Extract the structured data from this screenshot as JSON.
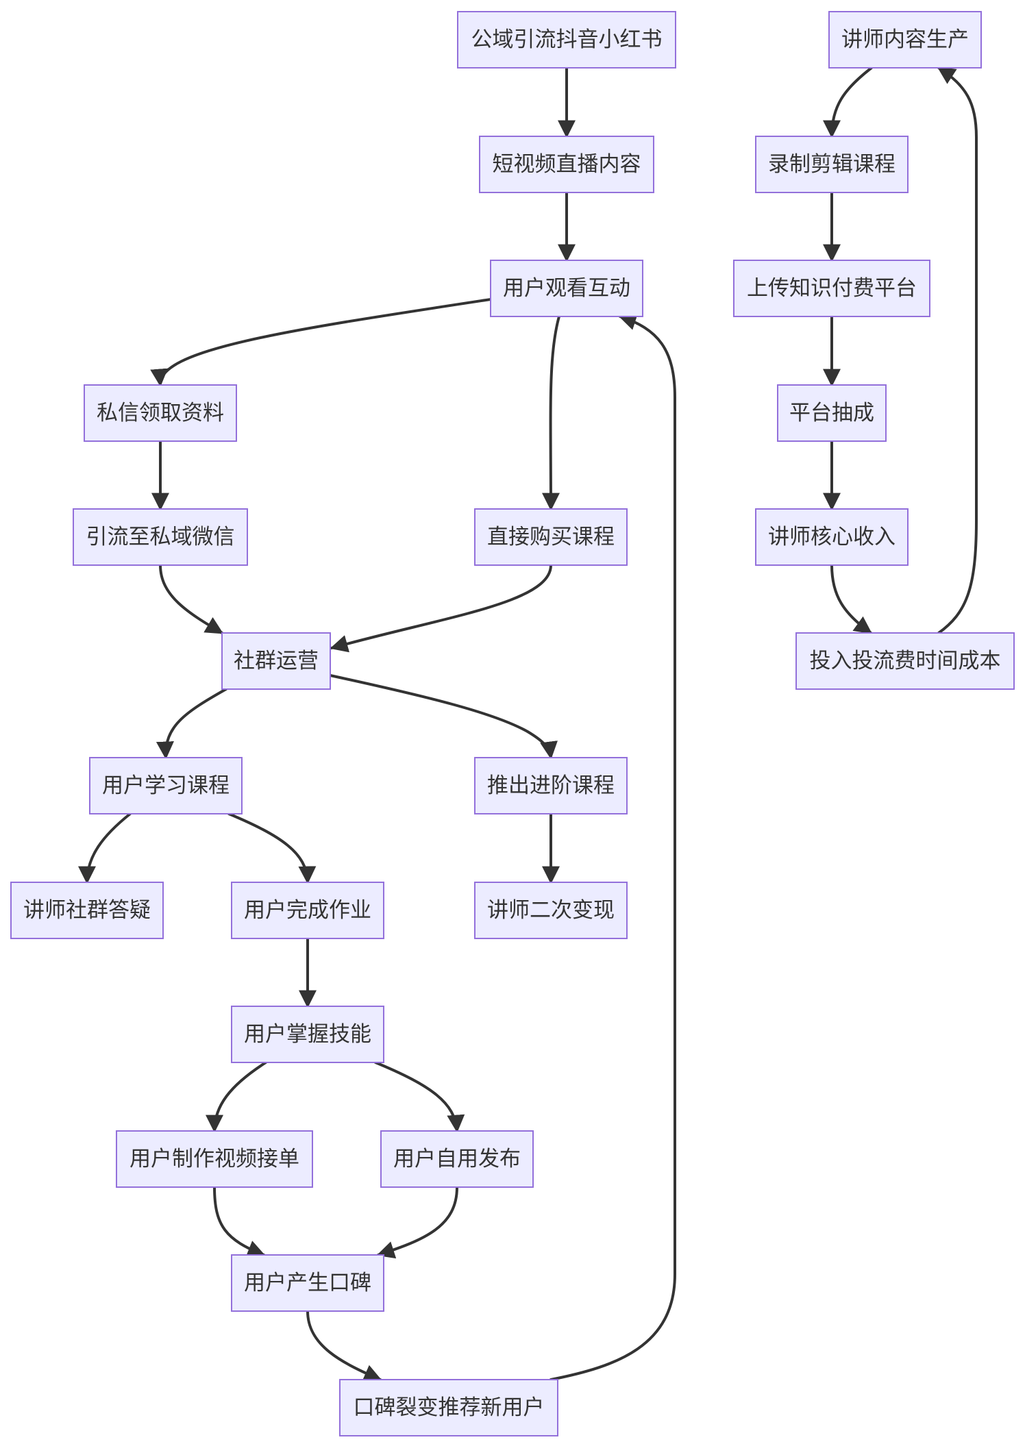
{
  "diagram": {
    "nodes": [
      {
        "id": "gongyu",
        "label": "公域引流抖音小红书"
      },
      {
        "id": "duanshipin",
        "label": "短视频直播内容"
      },
      {
        "id": "guankan",
        "label": "用户观看互动"
      },
      {
        "id": "sixin",
        "label": "私信领取资料"
      },
      {
        "id": "yinliu",
        "label": "引流至私域微信"
      },
      {
        "id": "goumai",
        "label": "直接购买课程"
      },
      {
        "id": "shequn",
        "label": "社群运营"
      },
      {
        "id": "xuexi",
        "label": "用户学习课程"
      },
      {
        "id": "jinjie",
        "label": "推出进阶课程"
      },
      {
        "id": "dayi",
        "label": "讲师社群答疑"
      },
      {
        "id": "zuoye",
        "label": "用户完成作业"
      },
      {
        "id": "bianxian",
        "label": "讲师二次变现"
      },
      {
        "id": "zhangwo",
        "label": "用户掌握技能"
      },
      {
        "id": "jiedan",
        "label": "用户制作视频接单"
      },
      {
        "id": "ziyong",
        "label": "用户自用发布"
      },
      {
        "id": "koubei",
        "label": "用户产生口碑"
      },
      {
        "id": "liebian",
        "label": "口碑裂变推荐新用户"
      },
      {
        "id": "neirong",
        "label": "讲师内容生产"
      },
      {
        "id": "luzhi",
        "label": "录制剪辑课程"
      },
      {
        "id": "shangchuan",
        "label": "上传知识付费平台"
      },
      {
        "id": "choucheng",
        "label": "平台抽成"
      },
      {
        "id": "shouru",
        "label": "讲师核心收入"
      },
      {
        "id": "touru",
        "label": "投入投流费时间成本"
      }
    ],
    "edges": [
      {
        "from": "gongyu",
        "to": "duanshipin"
      },
      {
        "from": "duanshipin",
        "to": "guankan"
      },
      {
        "from": "guankan",
        "to": "sixin"
      },
      {
        "from": "guankan",
        "to": "goumai"
      },
      {
        "from": "sixin",
        "to": "yinliu"
      },
      {
        "from": "yinliu",
        "to": "shequn"
      },
      {
        "from": "goumai",
        "to": "shequn"
      },
      {
        "from": "shequn",
        "to": "xuexi"
      },
      {
        "from": "shequn",
        "to": "jinjie"
      },
      {
        "from": "xuexi",
        "to": "dayi"
      },
      {
        "from": "xuexi",
        "to": "zuoye"
      },
      {
        "from": "jinjie",
        "to": "bianxian"
      },
      {
        "from": "zuoye",
        "to": "zhangwo"
      },
      {
        "from": "zhangwo",
        "to": "jiedan"
      },
      {
        "from": "zhangwo",
        "to": "ziyong"
      },
      {
        "from": "jiedan",
        "to": "koubei"
      },
      {
        "from": "ziyong",
        "to": "koubei"
      },
      {
        "from": "koubei",
        "to": "liebian"
      },
      {
        "from": "liebian",
        "to": "guankan"
      },
      {
        "from": "neirong",
        "to": "luzhi"
      },
      {
        "from": "luzhi",
        "to": "shangchuan"
      },
      {
        "from": "shangchuan",
        "to": "choucheng"
      },
      {
        "from": "choucheng",
        "to": "shouru"
      },
      {
        "from": "shouru",
        "to": "touru"
      },
      {
        "from": "touru",
        "to": "neirong"
      }
    ],
    "colors": {
      "node_fill": "#ececff",
      "node_stroke": "#9370db",
      "edge": "#333333",
      "text": "#333333"
    }
  }
}
